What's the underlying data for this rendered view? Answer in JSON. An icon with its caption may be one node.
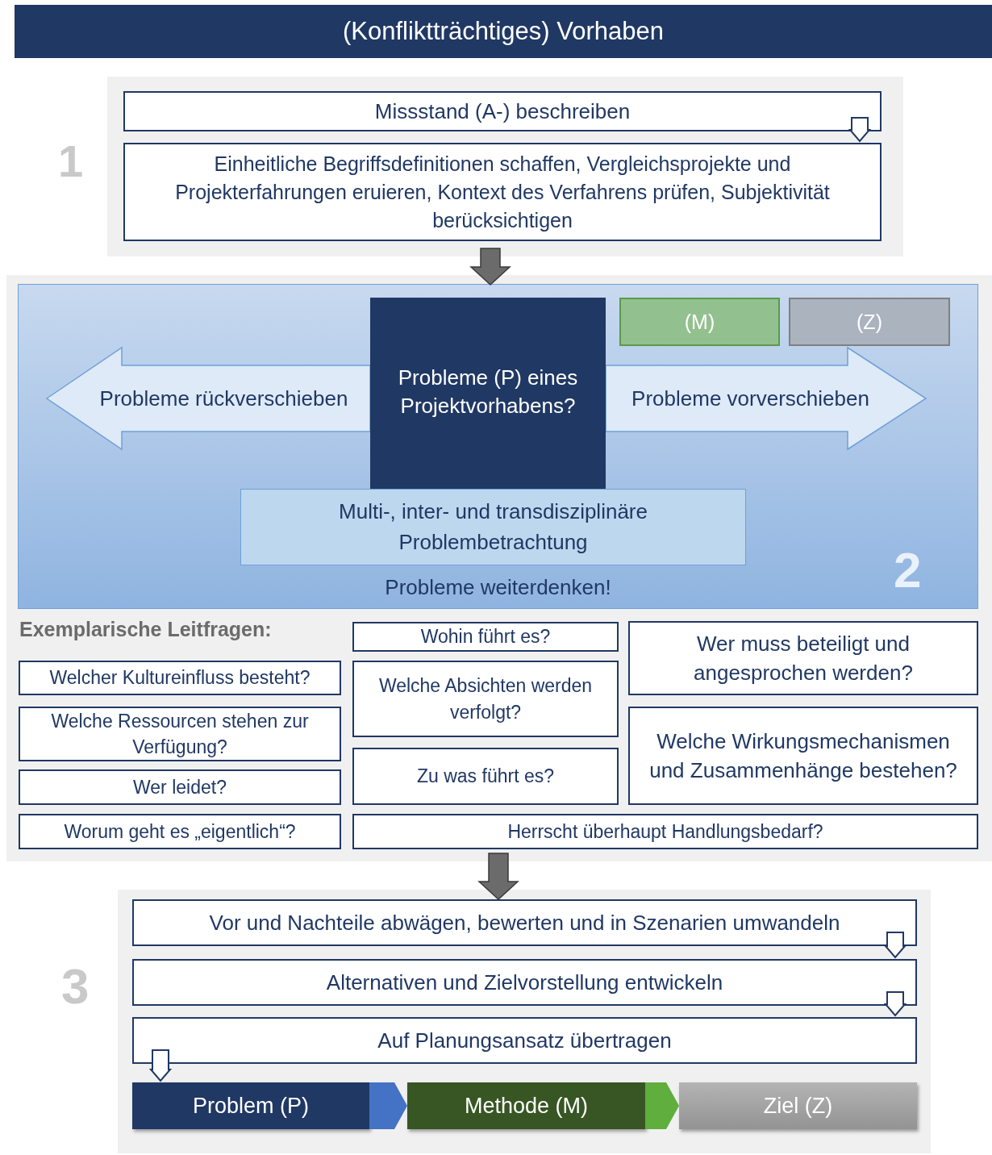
{
  "diagram": {
    "title": "(Konfliktträchtiges) Vorhaben",
    "nodes": [
      {
        "text": [],
        "shape": "box"
      },
      {
        "text": [
          "Missstand (A-) beschreiben"
        ],
        "in": 0
      },
      {
        "text": [
          "Einheitliche Begriffsdefinitionen schaffen, Vergleichsprojekte und Projekterfahrungen eruieren, Kontext des Verfahrens prüfen, Subjektivität berücksichtigen"
        ],
        "in": 0
      },
      {
        "text": [],
        "shape": "box"
      },
      {
        "text": [
          "Probleme weiterdenken!"
        ],
        "in": 3
      },
      {
        "text": [
          "Probleme rückverschieben"
        ],
        "in": 4
      },
      {
        "text": [
          "Probleme vorverschieben"
        ],
        "in": 4
      },
      {
        "text": [
          "Probleme (P) eines Projektvorhabens?"
        ],
        "in": 4
      },
      {
        "text": [
          "(M)"
        ],
        "in": 4
      },
      {
        "text": [
          "(Z)"
        ],
        "in": 4
      },
      {
        "text": [
          "Multi-, inter- und transdisziplinäre Problembetrachtung"
        ],
        "in": 4
      },
      {
        "text": [
          "Wohin führt es?"
        ],
        "in": 3
      },
      {
        "text": [
          "Wer muss beteiligt und angesprochen werden?"
        ],
        "in": 3
      },
      {
        "text": [
          "Welcher Kultureinfluss besteht?"
        ],
        "in": 3
      },
      {
        "text": [
          "Welche Absichten werden verfolgt?"
        ],
        "in": 3
      },
      {
        "text": [
          "Welche Ressourcen stehen zur Verfügung?"
        ],
        "in": 3
      },
      {
        "text": [
          "Welche Wirkungsmechanismen und Zusammenhänge bestehen?"
        ],
        "in": 3
      },
      {
        "text": [
          "Zu was führt es?"
        ],
        "in": 3
      },
      {
        "text": [
          "Wer leidet?"
        ],
        "in": 3
      },
      {
        "text": [
          "Worum geht es „eigentlich“?"
        ],
        "in": 3
      },
      {
        "text": [
          "Herrscht überhaupt Handlungsbedarf?"
        ],
        "in": 3
      },
      {
        "text": [],
        "shape": "box"
      },
      {
        "text": [
          "Vor und Nachteile abwägen, bewerten und in Szenarien umwandeln"
        ],
        "in": 21
      },
      {
        "text": [
          "Alternativen und Zielvorstellung entwickeln"
        ],
        "in": 21
      },
      {
        "text": [
          "Auf Planungsansatz übertragen"
        ],
        "in": 21
      },
      {
        "text": [
          "Problem (P)"
        ],
        "in": 21
      },
      {
        "text": [
          "Methode (M)"
        ],
        "in": 21
      },
      {
        "text": [
          "Ziel (Z)"
        ],
        "in": 21
      }
    ],
    "edges": [
      {
        "from": 0,
        "to": 3,
        "arrow": "to",
        "style": "thick"
      },
      {
        "from": 1,
        "to": 2,
        "arrow": "to"
      },
      {
        "from": 3,
        "to": 21,
        "arrow": "to",
        "style": "thick"
      },
      {
        "from": 22,
        "to": 23,
        "arrow": "to"
      },
      {
        "from": 23,
        "to": 24,
        "arrow": "to"
      },
      {
        "from": 24,
        "to": 25,
        "arrow": "to"
      },
      {
        "from": 25,
        "to": 26,
        "arrow": "to",
        "color": "#4472c4"
      },
      {
        "from": 26,
        "to": 27,
        "arrow": "to",
        "color": "#5fae3e"
      }
    ],
    "labels": [
      "1",
      "2",
      "Exemplarische Leitfragen:",
      "3"
    ]
  }
}
